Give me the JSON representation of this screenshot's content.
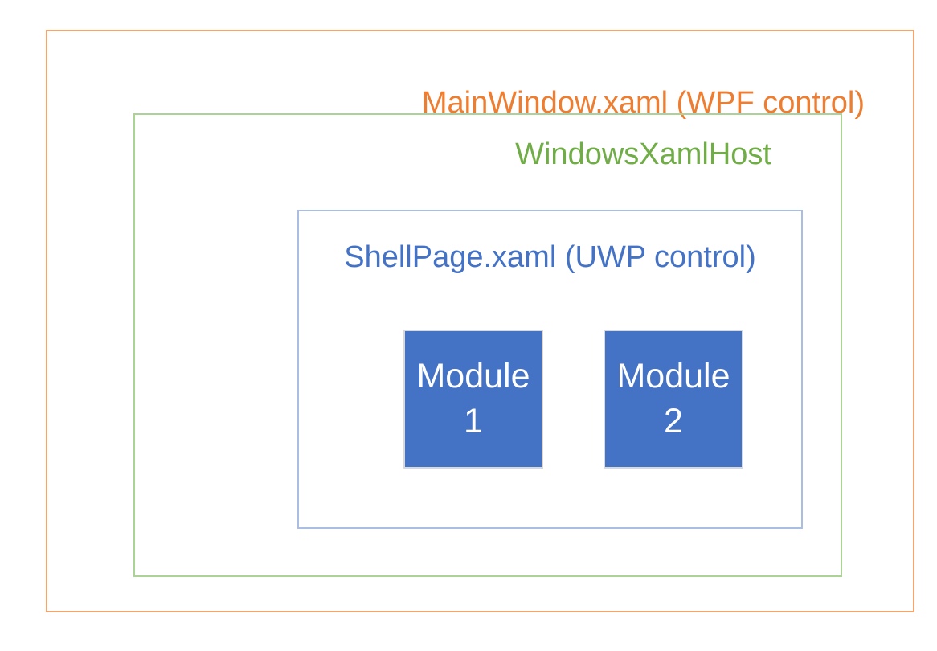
{
  "diagram": {
    "outer": {
      "label": "MainWindow.xaml (WPF control)"
    },
    "host": {
      "label": "WindowsXamlHost"
    },
    "shell": {
      "label": "ShellPage.xaml (UWP control)"
    },
    "modules": [
      {
        "line1": "Module",
        "line2": "1"
      },
      {
        "line1": "Module",
        "line2": "2"
      }
    ]
  },
  "colors": {
    "background": "#FFFFFF",
    "outer_text": "#ED7D31",
    "outer_border": "#F2A571",
    "host_text": "#70AD47",
    "host_border": "#ABD396",
    "shell_text": "#4472C4",
    "shell_border": "#A9BEE2",
    "module_fill": "#4472C4",
    "module_border": "#D6D9DE",
    "module_text": "#FFFFFF"
  }
}
